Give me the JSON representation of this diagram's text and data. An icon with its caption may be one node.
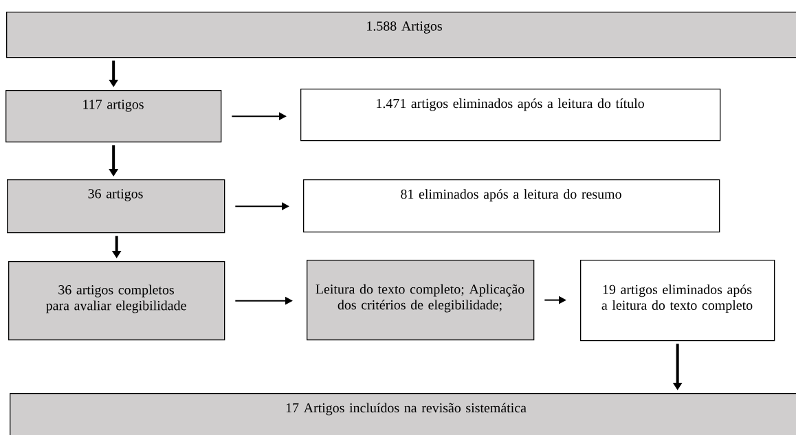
{
  "diagram": {
    "nodes": [
      {
        "text": [
          "1.588 Artigos"
        ]
      },
      {
        "text": [
          "117 artigos"
        ]
      },
      {
        "text": [
          "1.471 artigos eliminados após a leitura do título"
        ]
      },
      {
        "text": [
          "36 artigos"
        ]
      },
      {
        "text": [
          "81 eliminados após a leitura do resumo"
        ]
      },
      {
        "text": [
          "36 artigos completos para avaliar elegibilidade"
        ]
      },
      {
        "text": [
          "Leitura do texto completo; Aplicação dos critérios de elegibilidade;"
        ]
      },
      {
        "text": [
          "19 artigos eliminados após a leitura do texto completo"
        ]
      },
      {
        "text": [
          "17 Artigos incluídos na revisão sistemática"
        ]
      }
    ],
    "edges": [
      {
        "from": 0,
        "to": 1,
        "arrow": "to",
        "style": "thick"
      },
      {
        "from": 1,
        "to": 2,
        "arrow": "to"
      },
      {
        "from": 1,
        "to": 3,
        "arrow": "to",
        "style": "thick"
      },
      {
        "from": 3,
        "to": 4,
        "arrow": "to"
      },
      {
        "from": 3,
        "to": 5,
        "arrow": "to",
        "style": "thick"
      },
      {
        "from": 5,
        "to": 6,
        "arrow": "to"
      },
      {
        "from": 6,
        "to": 7,
        "arrow": "to"
      },
      {
        "from": 7,
        "to": 8,
        "arrow": "to",
        "style": "thick"
      }
    ]
  }
}
